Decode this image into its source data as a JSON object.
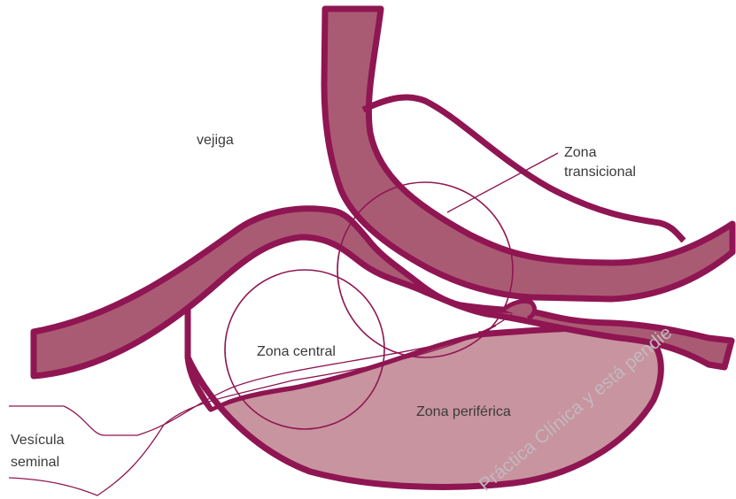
{
  "labels": {
    "vejiga": "vejiga",
    "zona_transicional_1": "Zona",
    "zona_transicional_2": "transicional",
    "zona_central": "Zona central",
    "zona_periferica": "Zona periférica",
    "vesicula_1": "Vesícula",
    "vesicula_2": "seminal"
  },
  "watermark": "Práctica Clínica y está pendie",
  "colors": {
    "outline": "#8f1652",
    "duct_fill": "#aa5b74",
    "peripheral_fill": "#c8949f",
    "thin_line": "#8f1652",
    "label_text": "#3a3a3a"
  }
}
